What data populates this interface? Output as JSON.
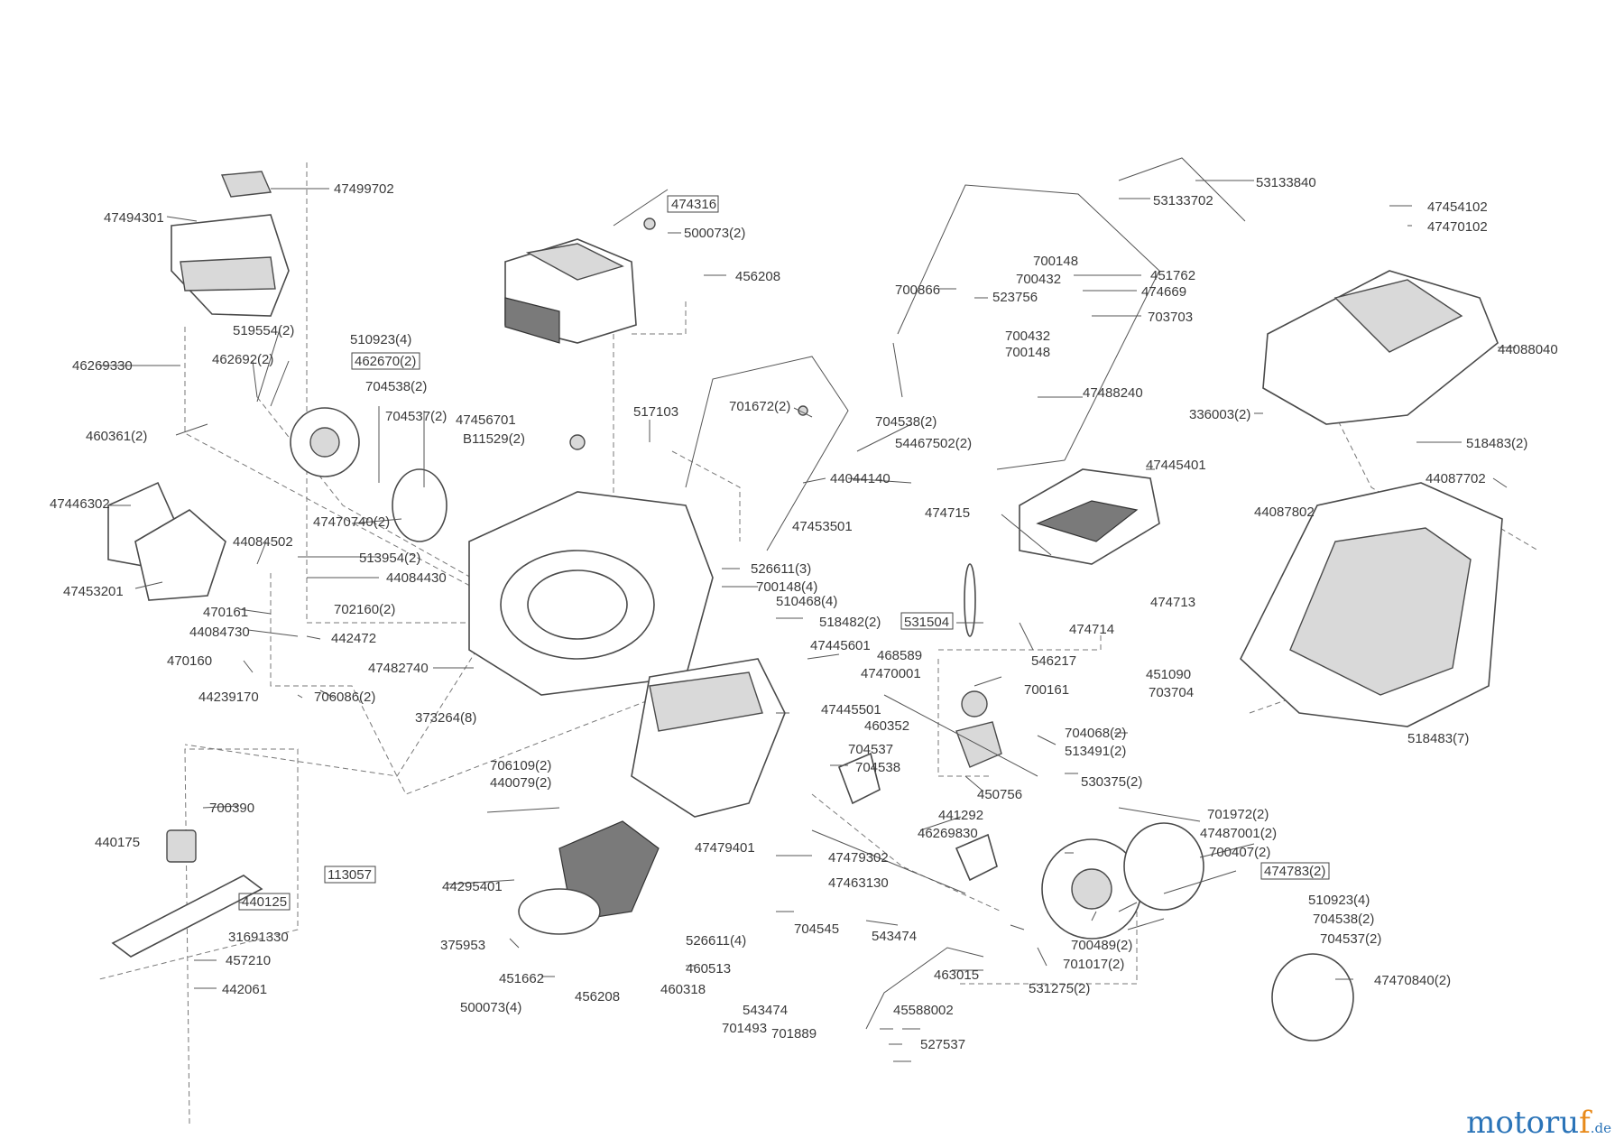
{
  "brand": {
    "part1": "motoru",
    "part2": "f",
    "part3": ".de"
  },
  "labels": [
    "47499702",
    "47494301",
    "474316",
    "500073(2)",
    "456208",
    "53133840",
    "53133702",
    "47454102",
    "47470102",
    "700148",
    "700432",
    "451762",
    "474669",
    "700866",
    "523756",
    "703703",
    "700432",
    "700148",
    "44088040",
    "519554(2)",
    "510923(4)",
    "46269330",
    "462692(2)",
    "462670(2)",
    "704538(2)",
    "460361(2)",
    "704537(2)",
    "47456701",
    "B11529(2)",
    "517103",
    "701672(2)",
    "47488240",
    "704538(2)",
    "54467502(2)",
    "336003(2)",
    "518483(2)",
    "44044140",
    "47445401",
    "47470740(2)",
    "47446302",
    "474715",
    "44087702",
    "44087802",
    "47453501",
    "44084502",
    "513954(2)",
    "44084430",
    "526611(3)",
    "700148(4)",
    "47453201",
    "470161",
    "702160(2)",
    "510468(4)",
    "474713",
    "44084730",
    "442472",
    "518482(2)",
    "531504",
    "474714",
    "470160",
    "47445601",
    "468589",
    "47482740",
    "47470001",
    "546217",
    "451090",
    "44239170",
    "706086(2)",
    "700161",
    "703704",
    "373264(8)",
    "47445501",
    "460352",
    "704068(2)",
    "513491(2)",
    "704537",
    "706109(2)",
    "704538",
    "530375(2)",
    "440079(2)",
    "518483(7)",
    "450756",
    "700390",
    "441292",
    "46269830",
    "440175",
    "701972(2)",
    "47487001(2)",
    "47479401",
    "47479302",
    "700407(2)",
    "474783(2)",
    "44295401",
    "47463130",
    "113057",
    "440125",
    "510923(4)",
    "704545",
    "543474",
    "704538(2)",
    "700489(2)",
    "375953",
    "526611(4)",
    "704537(2)",
    "31691330",
    "701017(2)",
    "457210",
    "460513",
    "463015",
    "47470840(2)",
    "451662",
    "531275(2)",
    "442061",
    "456208",
    "460318",
    "543474",
    "500073(4)",
    "45588002",
    "701493",
    "701889",
    "527537"
  ]
}
